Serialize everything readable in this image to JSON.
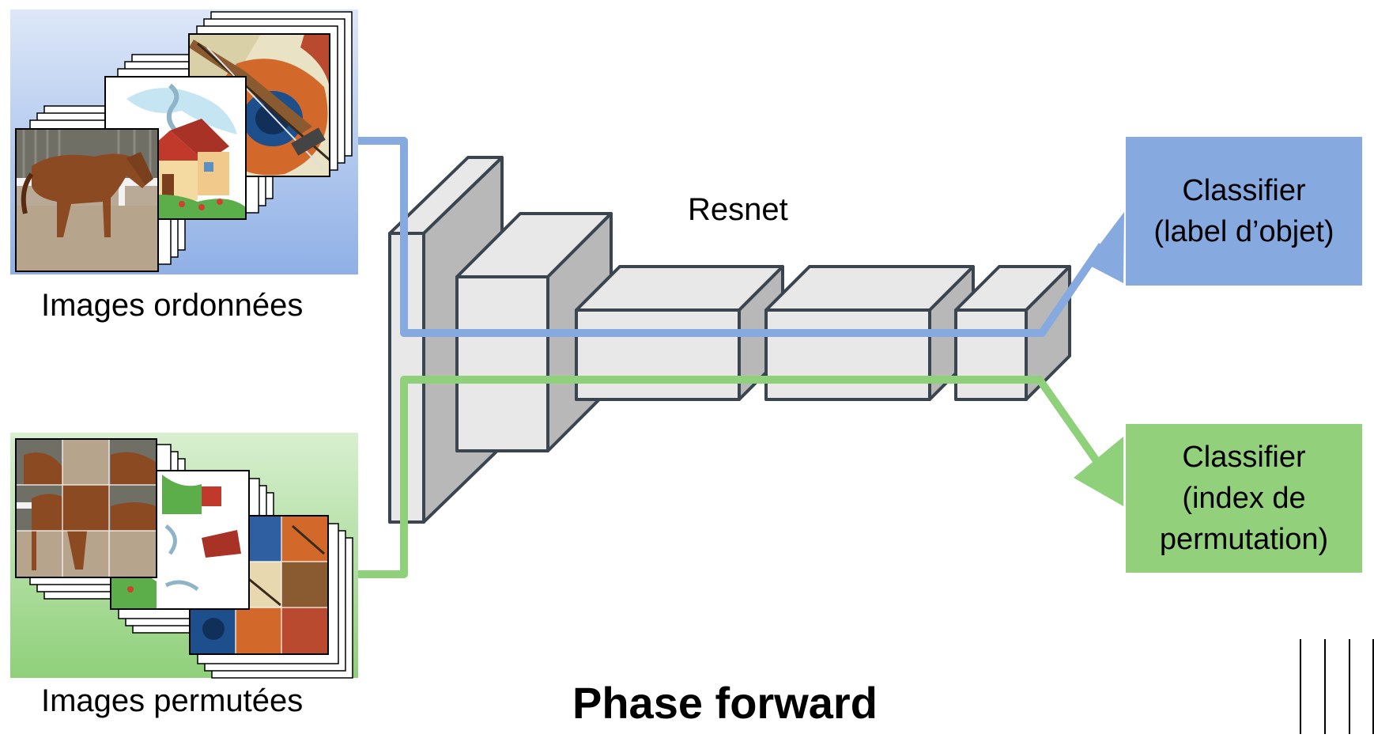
{
  "diagram": {
    "title": "Phase forward",
    "network_label": "Resnet",
    "inputs": {
      "ordered": {
        "caption": "Images ordonnées"
      },
      "permuted": {
        "caption": "Images permutées"
      }
    },
    "outputs": {
      "object": {
        "line1": "Classifier",
        "line2": "(label d’objet)"
      },
      "permutation": {
        "line1": "Classifier",
        "line2": "(index de",
        "line3": "permutation)"
      }
    },
    "colors": {
      "blue_path": "#86a9e0",
      "green_path": "#8fd07a",
      "object_box": "#86a9e0",
      "permutation_box": "#93d07c",
      "block_front": "#e8e8e8",
      "block_side": "#b8b8b8",
      "block_edge": "#3a4550"
    },
    "images": [
      "horse",
      "house",
      "guitar"
    ]
  }
}
